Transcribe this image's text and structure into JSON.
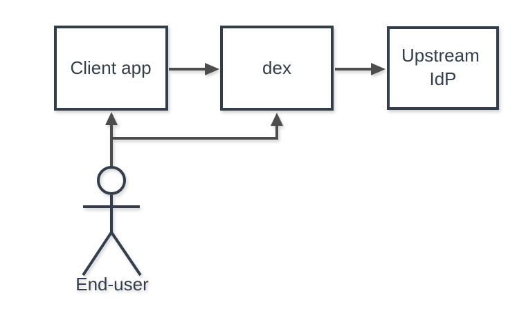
{
  "page": {
    "background": "#ffffff"
  },
  "diagram": {
    "type": "flow-diagram",
    "colors": {
      "node_stroke": "#343e4b",
      "node_fill": "#ffffff",
      "edge": "#4d4d4d",
      "text": "#343e4b"
    },
    "nodes": [
      {
        "id": "client-app",
        "label": "Client app"
      },
      {
        "id": "dex",
        "label": "dex"
      },
      {
        "id": "upstream-idp",
        "label": "Upstream IdP",
        "lines": [
          "Upstream",
          "IdP"
        ]
      }
    ],
    "actor": {
      "id": "end-user",
      "label": "End-user"
    },
    "edges": [
      {
        "from": "client-app",
        "to": "dex"
      },
      {
        "from": "dex",
        "to": "upstream-idp"
      },
      {
        "from": "end-user",
        "to": "client-app"
      },
      {
        "from": "end-user",
        "to": "dex"
      }
    ]
  }
}
